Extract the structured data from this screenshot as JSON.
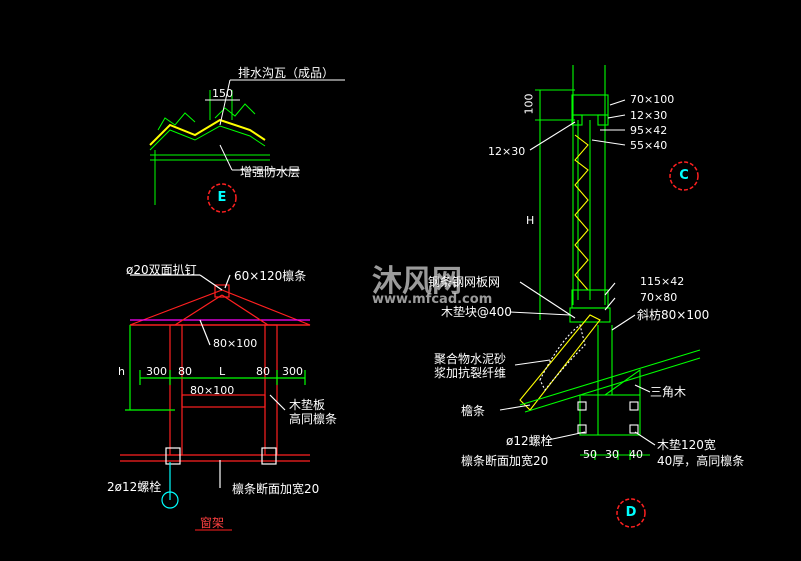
{
  "detail_e": {
    "top_label": "排水沟瓦（成品）",
    "dim": "150",
    "bottom_label": "增强防水层",
    "marker": "E"
  },
  "window_frame": {
    "nail_label": "ø20双面扒钉",
    "rafter_label": "60×120檩条",
    "post_dim": "80×100",
    "h_label": "h",
    "bottom_spans": [
      "300",
      "80",
      "L",
      "80",
      "300"
    ],
    "middle_dim": "80×100",
    "wood_plate_1": "木垫板",
    "wood_plate_2": "高同檩条",
    "bolt_label": "2ø12螺栓",
    "section_label": "檩条断面加宽20",
    "title": "窗架"
  },
  "detail_c": {
    "dims_right": [
      "70×100",
      "12×30",
      "95×42",
      "55×40"
    ],
    "dim_left": "12×30",
    "dim_100": "100",
    "H_label": "H",
    "marker": "C",
    "mesh_label": "钢条钢网板网",
    "pad_label": "木垫块@400",
    "right_dims_2": [
      "115×42",
      "70×80",
      "斜枋80×100"
    ],
    "mortar_1": "聚合物水泥砂",
    "mortar_2": "浆加抗裂纤维",
    "triangle": "三角木",
    "purlin": "檐条",
    "bolt": "ø12螺栓",
    "section": "檩条断面加宽20",
    "bottom_dims": [
      "50",
      "30",
      "40"
    ],
    "pad_1": "木垫120宽",
    "pad_2": "40厚，高同檩条",
    "marker_d": "D"
  },
  "watermark": {
    "cn": "沐风网",
    "en": "www.mfcad.com"
  },
  "colors": {
    "cyan": "#00ffff",
    "yellow": "#ffff00",
    "green": "#00ff00",
    "red": "#ff2020",
    "white": "#ffffff",
    "magenta": "#ff00ff"
  }
}
